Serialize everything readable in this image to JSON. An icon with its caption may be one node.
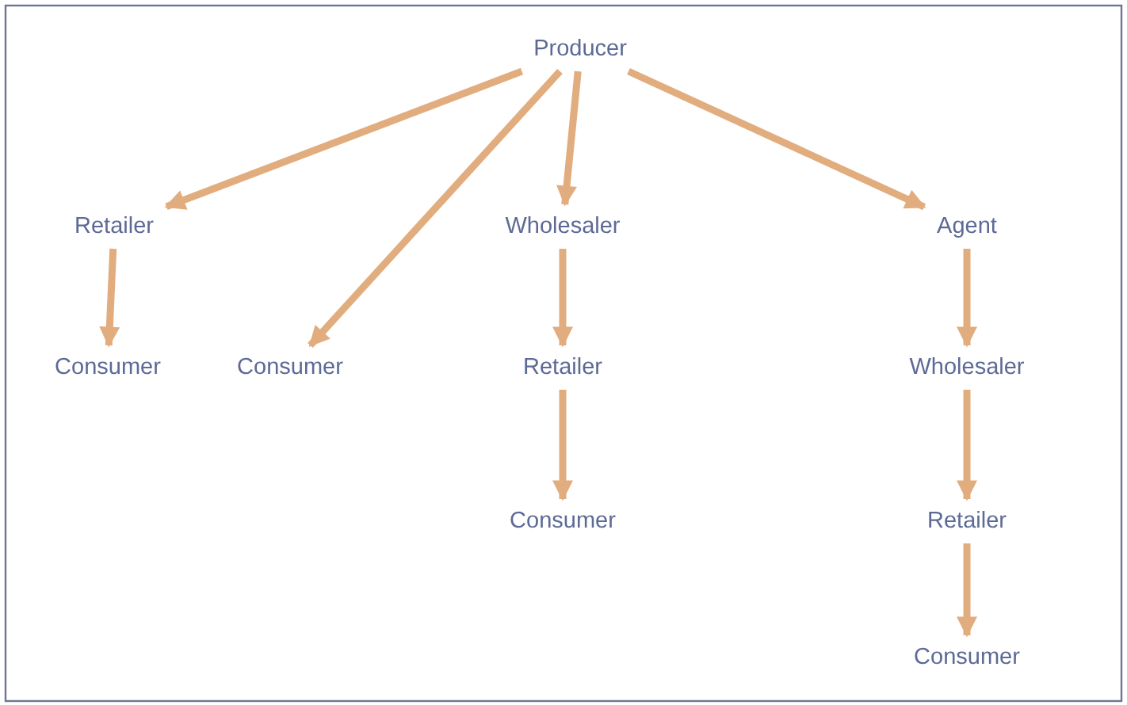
{
  "diagram": {
    "nodes": [
      {
        "text": [
          "Producer"
        ]
      },
      {
        "text": [
          "Retailer"
        ]
      },
      {
        "text": [
          "Consumer"
        ]
      },
      {
        "text": [
          "Consumer"
        ]
      },
      {
        "text": [
          "Wholesaler"
        ]
      },
      {
        "text": [
          "Retailer"
        ]
      },
      {
        "text": [
          "Consumer"
        ]
      },
      {
        "text": [
          "Agent"
        ]
      },
      {
        "text": [
          "Wholesaler"
        ]
      },
      {
        "text": [
          "Retailer"
        ]
      },
      {
        "text": [
          "Consumer"
        ]
      }
    ],
    "edges": [
      {
        "from": 0,
        "to": 1,
        "arrow": "to"
      },
      {
        "from": 0,
        "to": 3,
        "arrow": "to"
      },
      {
        "from": 0,
        "to": 4,
        "arrow": "to"
      },
      {
        "from": 0,
        "to": 7,
        "arrow": "to"
      },
      {
        "from": 1,
        "to": 2,
        "arrow": "to"
      },
      {
        "from": 4,
        "to": 5,
        "arrow": "to"
      },
      {
        "from": 5,
        "to": 6,
        "arrow": "to"
      },
      {
        "from": 7,
        "to": 8,
        "arrow": "to"
      },
      {
        "from": 8,
        "to": 9,
        "arrow": "to"
      },
      {
        "from": 9,
        "to": 10,
        "arrow": "to"
      }
    ]
  }
}
